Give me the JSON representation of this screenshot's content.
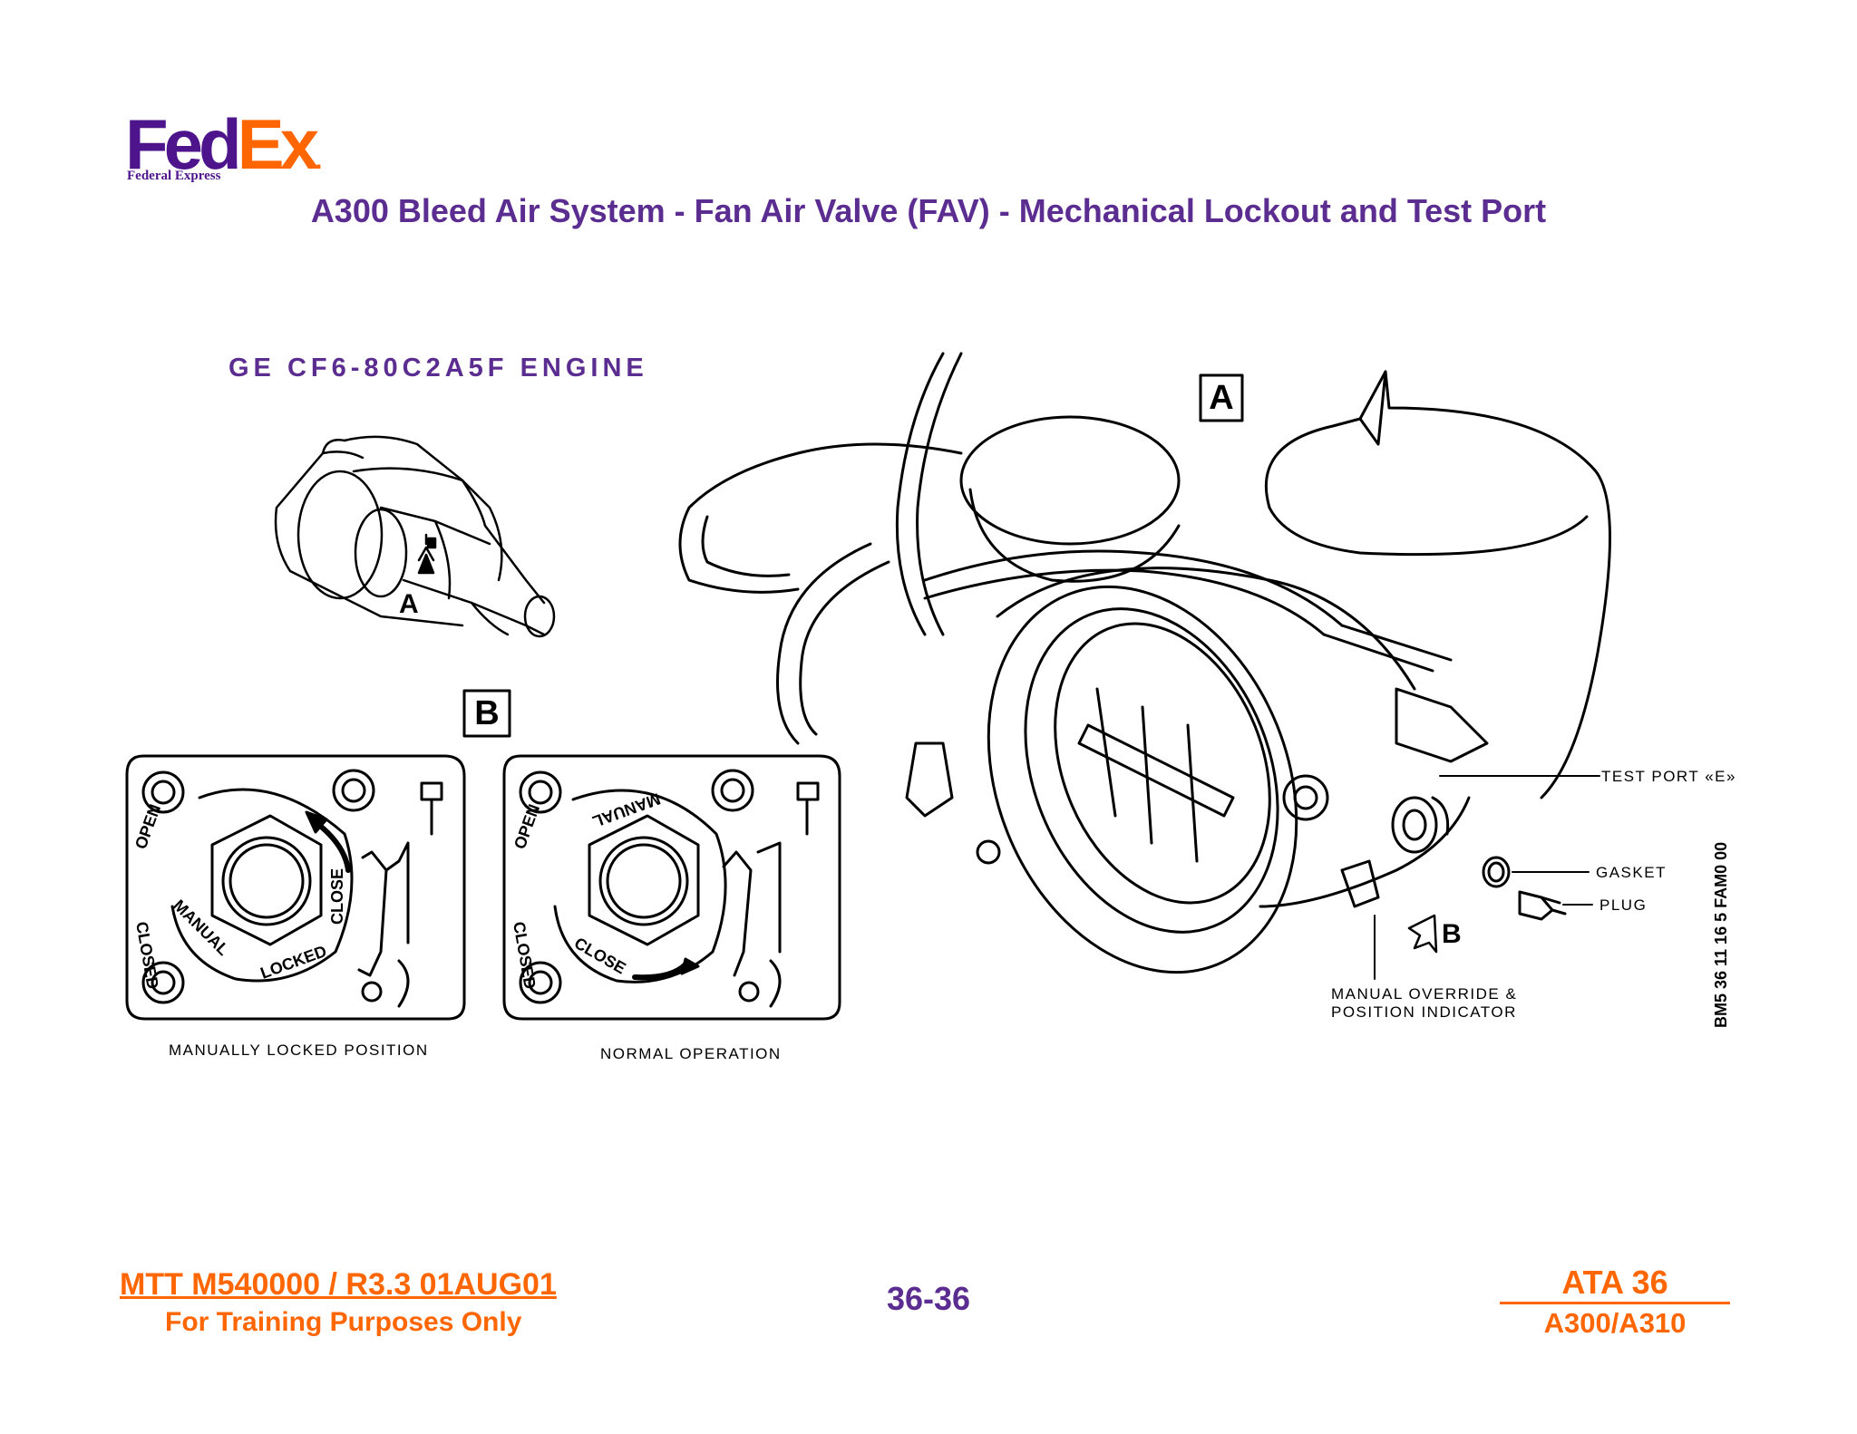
{
  "logo": {
    "fed": "Fed",
    "ex": "Ex",
    "dot": ".",
    "subtitle": "Federal Express"
  },
  "title": "A300 Bleed Air System - Fan Air Valve (FAV) - Mechanical Lockout and Test Port",
  "engine_label": "GE CF6-80C2A5F ENGINE",
  "diagram": {
    "view_a_box": "A",
    "view_b_box": "B",
    "engine_arrow_label": "A",
    "valve_arrow_label": "B",
    "callouts": {
      "test_port": "TEST PORT «E»",
      "gasket": "GASKET",
      "plug": "PLUG",
      "manual_override_line1": "MANUAL OVERRIDE &",
      "manual_override_line2": "POSITION INDICATOR"
    },
    "reference_code": "BM5 36 11 16 5 FAM0 00",
    "left_indicator": {
      "open": "OPEN",
      "closed": "CLOSED",
      "manual": "MANUAL",
      "locked": "LOCKED",
      "close": "CLOSE",
      "caption": "MANUALLY LOCKED POSITION"
    },
    "right_indicator": {
      "open": "OPEN",
      "closed": "CLOSED",
      "manual": "MANUAL",
      "close": "CLOSE",
      "caption": "NORMAL OPERATION"
    }
  },
  "footer": {
    "doc_ref": "MTT M540000 / R3.3 01AUG01",
    "training": "For Training Purposes Only",
    "page_number": "36-36",
    "ata": "ATA 36",
    "aircraft": "A300/A310"
  }
}
